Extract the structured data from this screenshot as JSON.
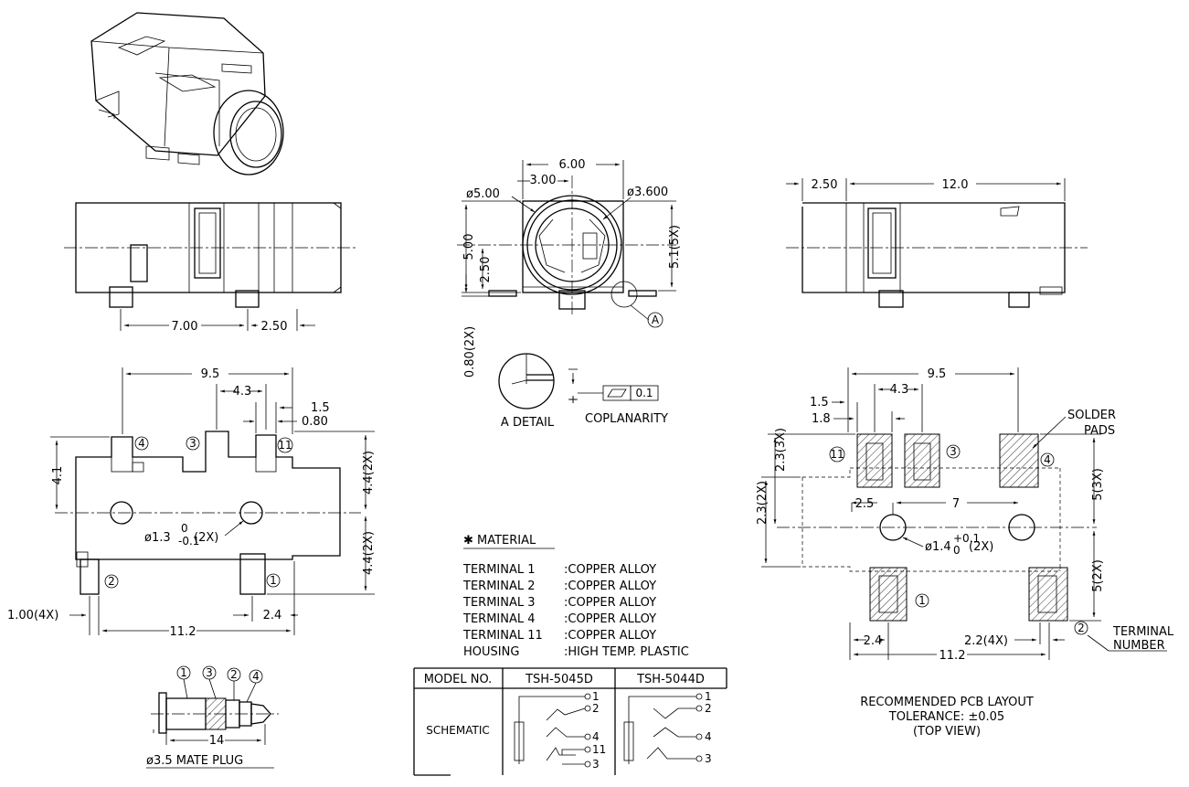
{
  "dimensions": {
    "side_left_bottom_a": "7.00",
    "side_left_bottom_b": "2.50",
    "front_top_a": "6.00",
    "front_top_b": "3.00",
    "front_dia_outer": "ø5.00",
    "front_dia_inner": "ø3.600",
    "front_left_a": "5.00",
    "front_left_b": "2.50",
    "front_right": "5.1(5X)",
    "front_bottom": "0.80(2X)",
    "callout_a": "A",
    "side_right_a": "2.50",
    "side_right_b": "12.0",
    "bottom_top_a": "9.5",
    "bottom_top_b": "4.3",
    "bottom_top_c": "1.5",
    "bottom_top_d": "0.80",
    "bottom_left": "4.1",
    "bottom_right_a": "4.4(2X)",
    "bottom_right_b": "4.4(2X)",
    "bottom_hole": "ø1.3",
    "bottom_hole_tol_top": "0",
    "bottom_hole_tol_bot": "-0.1",
    "bottom_hole_count": "(2X)",
    "bottom_bot_a": "1.00(4X)",
    "bottom_bot_b": "2.4",
    "bottom_bot_c": "11.2",
    "plug_len": "14",
    "pcb_top_a": "9.5",
    "pcb_top_b": "4.3",
    "pcb_top_c": "1.5",
    "pcb_top_d": "1.8",
    "pcb_left_a": "2.3(3X)",
    "pcb_left_b": "2.3(2X)",
    "pcb_mid_a": "2.5",
    "pcb_mid_b": "7",
    "pcb_hole": "ø1.4",
    "pcb_hole_tol_top": "+0.1",
    "pcb_hole_tol_bot": "0",
    "pcb_hole_count": "(2X)",
    "pcb_right_a": "5(3X)",
    "pcb_right_b": "5(2X)",
    "pcb_bot_a": "2.4",
    "pcb_bot_b": "2.2(4X)",
    "pcb_bot_c": "11.2"
  },
  "pins": {
    "p1": "1",
    "p2": "2",
    "p3": "3",
    "p4": "4",
    "p11": "11"
  },
  "labels": {
    "a_detail": "A DETAIL",
    "coplanarity": "COPLANARITY",
    "coplanarity_value": "0.1",
    "mate_plug": "ø3.5 MATE PLUG",
    "solder_pads_1": "SOLDER",
    "solder_pads_2": "PADS",
    "terminal_number_1": "TERMINAL",
    "terminal_number_2": "NUMBER",
    "pcb_layout_1": "RECOMMENDED PCB LAYOUT",
    "pcb_layout_2": "TOLERANCE: ±0.05",
    "pcb_layout_3": "(TOP VIEW)"
  },
  "material": {
    "title": "MATERIAL",
    "rows": [
      {
        "name": "TERMINAL 1",
        "value": ":COPPER ALLOY"
      },
      {
        "name": "TERMINAL 2",
        "value": ":COPPER ALLOY"
      },
      {
        "name": "TERMINAL 3",
        "value": ":COPPER ALLOY"
      },
      {
        "name": "TERMINAL 4",
        "value": ":COPPER ALLOY"
      },
      {
        "name": "TERMINAL 11",
        "value": ":COPPER ALLOY"
      },
      {
        "name": "HOUSING",
        "value": ":HIGH TEMP. PLASTIC"
      }
    ]
  },
  "model_table": {
    "header": "MODEL NO.",
    "model_a": "TSH-5045D",
    "model_b": "TSH-5044D",
    "row_label": "SCHEMATIC",
    "a_pins": [
      "1",
      "2",
      "4",
      "11",
      "3"
    ],
    "b_pins": [
      "1",
      "2",
      "4",
      "3"
    ]
  }
}
